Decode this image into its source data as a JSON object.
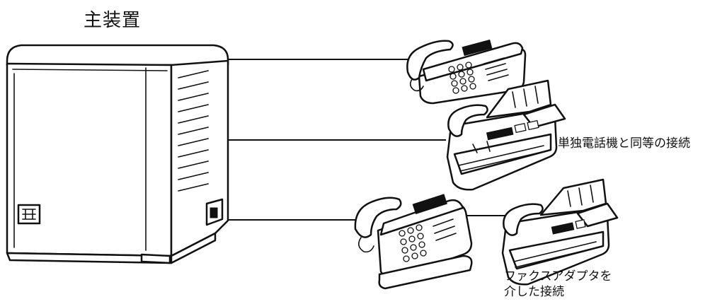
{
  "labels": {
    "main_unit": "主装置",
    "standalone_connection": "単独電話機と同等の接続",
    "fax_adapter_line1": "ファクスアダプタを",
    "fax_adapter_line2": "介した接続"
  },
  "devices": [
    {
      "name": "main-unit",
      "kind": "main unit"
    },
    {
      "name": "telephone",
      "kind": "telephone"
    },
    {
      "name": "fax-machine",
      "kind": "fax"
    },
    {
      "name": "telephone-with-fax-adapter",
      "kind": "telephone"
    },
    {
      "name": "fax-via-adapter",
      "kind": "fax"
    }
  ],
  "colors": {
    "ink": "#111111",
    "background": "#ffffff"
  }
}
